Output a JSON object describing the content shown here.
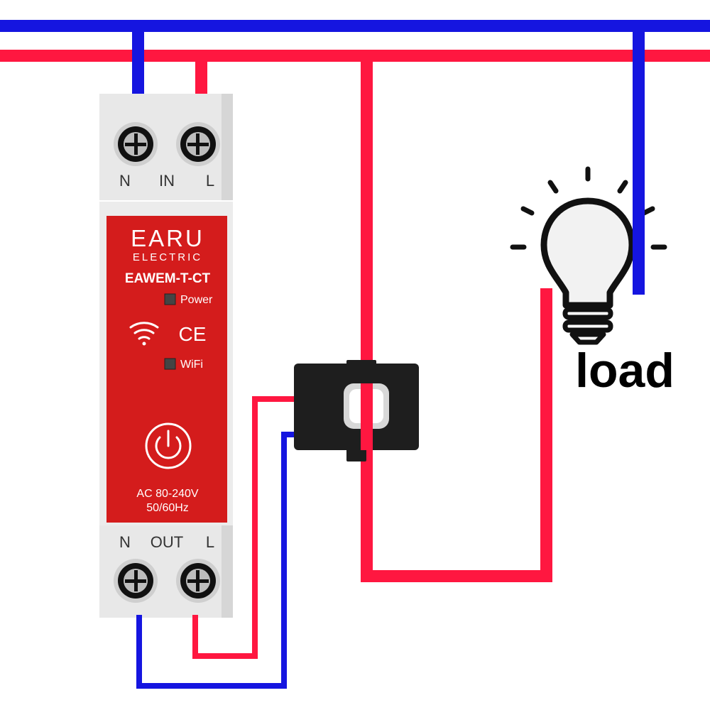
{
  "colors": {
    "neutral_wire": "#1515e0",
    "live_wire": "#ff1740",
    "module_red": "#d41c1c",
    "terminal_block": "#e8e8e8",
    "ct_clamp": "#1e1e1e",
    "bulb_glass": "#f2f2f2",
    "outline": "#000000"
  },
  "device": {
    "brand": "EARU",
    "sub_brand": "ELECTRIC",
    "model": "EAWEM-T-CT",
    "power_led_label": "Power",
    "ce_mark": "CE",
    "wifi_led_label": "WiFi",
    "rating_voltage": "AC 80-240V",
    "rating_frequency": "50/60Hz",
    "power_button_icon": "power-icon",
    "wifi_icon": "wifi-icon"
  },
  "terminals": {
    "top": {
      "left": "N",
      "center": "IN",
      "right": "L"
    },
    "bottom": {
      "left": "N",
      "center": "OUT",
      "right": "L"
    }
  },
  "load": {
    "label": "load",
    "icon": "lightbulb-icon"
  },
  "clamp": {
    "icon": "current-transformer-icon"
  }
}
